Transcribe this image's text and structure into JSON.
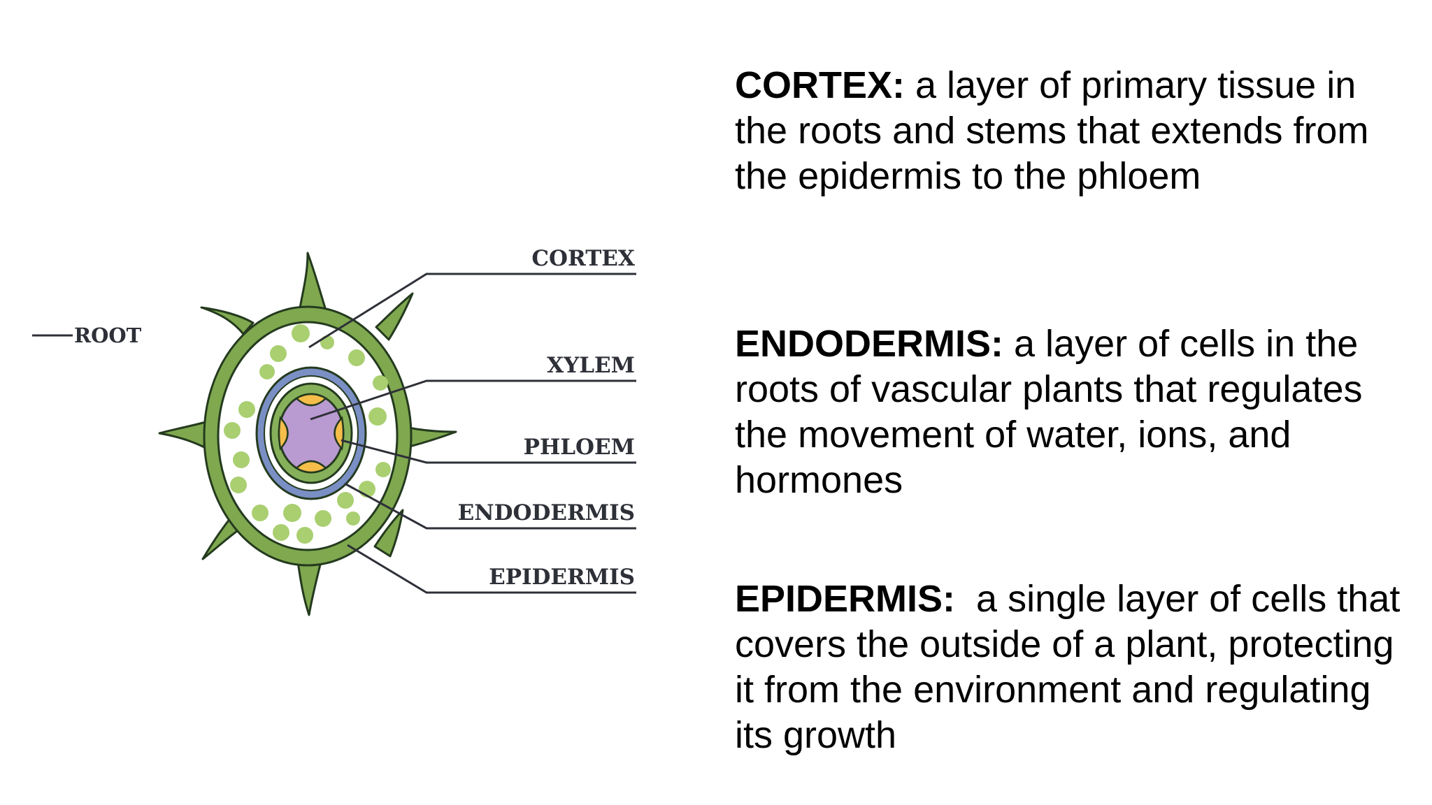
{
  "diagram": {
    "root_label": "ROOT",
    "parts": [
      {
        "key": "cortex",
        "label": "CORTEX"
      },
      {
        "key": "xylem",
        "label": "XYLEM"
      },
      {
        "key": "phloem",
        "label": "PHLOEM"
      },
      {
        "key": "endodermis",
        "label": "ENDODERMIS"
      },
      {
        "key": "epidermis",
        "label": "EPIDERMIS"
      }
    ],
    "colors": {
      "outer_ring": "#7fa84f",
      "outline": "#243a1e",
      "cortex_bg": "#ffffff",
      "cortex_cells": "#a9cf70",
      "endodermis": "#7a8fc4",
      "phloem_ring": "#86b15a",
      "phloem_cells": "#f5bd4a",
      "xylem": "#b99ad1",
      "label_text": "#2e3038"
    }
  },
  "definitions": [
    {
      "term": "CORTEX:",
      "text": " a layer of primary tissue in the roots and stems that extends from the epidermis to the phloem"
    },
    {
      "term": "ENDODERMIS:",
      "text": " a layer of cells in the roots of vascular plants that regulates the movement of water, ions, and hormones"
    },
    {
      "term": "EPIDERMIS:",
      "text": "  a single layer of cells that covers the outside of a plant, protecting it from the environment and regulating its growth"
    }
  ]
}
